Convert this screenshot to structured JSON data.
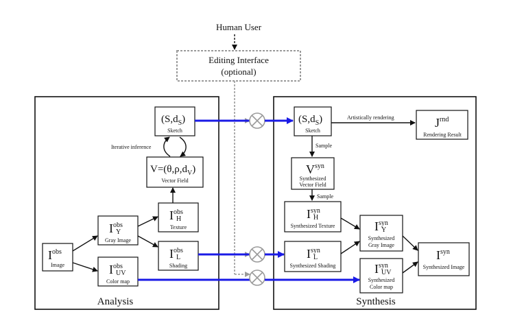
{
  "human_user": "Human User",
  "editing_interface": {
    "line1": "Editing Interface",
    "line2": "(optional)"
  },
  "analysis": {
    "panel_label": "Analysis",
    "iterative_label": "Iterative inference",
    "sketch": {
      "sym": "(S,d",
      "sub": "S",
      "close": ")",
      "caption": "Sketch"
    },
    "vector_field": {
      "sym": "V=(θ,ρ,d",
      "sub": "V",
      "close": ")",
      "caption": "Vector Field"
    },
    "texture": {
      "sym": "I",
      "sup": "obs",
      "sub": "H",
      "caption": "Texture"
    },
    "gray": {
      "sym": "I",
      "sup": "obs",
      "sub": "Y",
      "caption": "Gray Image"
    },
    "shading": {
      "sym": "I",
      "sup": "obs",
      "sub": "L",
      "caption": "Shading"
    },
    "image": {
      "sym": "I",
      "sup": "obs",
      "caption": "Image"
    },
    "colormap": {
      "sym": "I",
      "sup": "obs",
      "sub": "UV",
      "caption": "Color map"
    }
  },
  "synthesis": {
    "panel_label": "Synthesis",
    "sketch": {
      "sym": "(S,d",
      "sub": "S",
      "close": ")",
      "caption": "Sketch"
    },
    "rendering_label": "Artistically rendering",
    "rendering": {
      "sym": "J",
      "sup": "rnd",
      "caption": "Rendering Result"
    },
    "sample1": "Sample",
    "sample2": "Sample",
    "vector": {
      "sym": "V",
      "sup": "syn",
      "caption1": "Synthesized",
      "caption2": "Vector Field"
    },
    "texture": {
      "sym": "I",
      "sup": "syn",
      "sub": "H",
      "caption": "Synthesized Texture"
    },
    "shading": {
      "sym": "I",
      "sup": "syn",
      "sub": "L",
      "caption": "Synthesized Shading"
    },
    "gray": {
      "sym": "I",
      "sup": "syn",
      "sub": "Y",
      "caption1": "Synthesized",
      "caption2": "Gray Image"
    },
    "colormap": {
      "sym": "I",
      "sup": "syn",
      "sub": "UV",
      "caption1": "Synthesized",
      "caption2": "Color map"
    },
    "image": {
      "sym": "I",
      "sup": "syn",
      "caption": "Synthesized Image"
    }
  }
}
